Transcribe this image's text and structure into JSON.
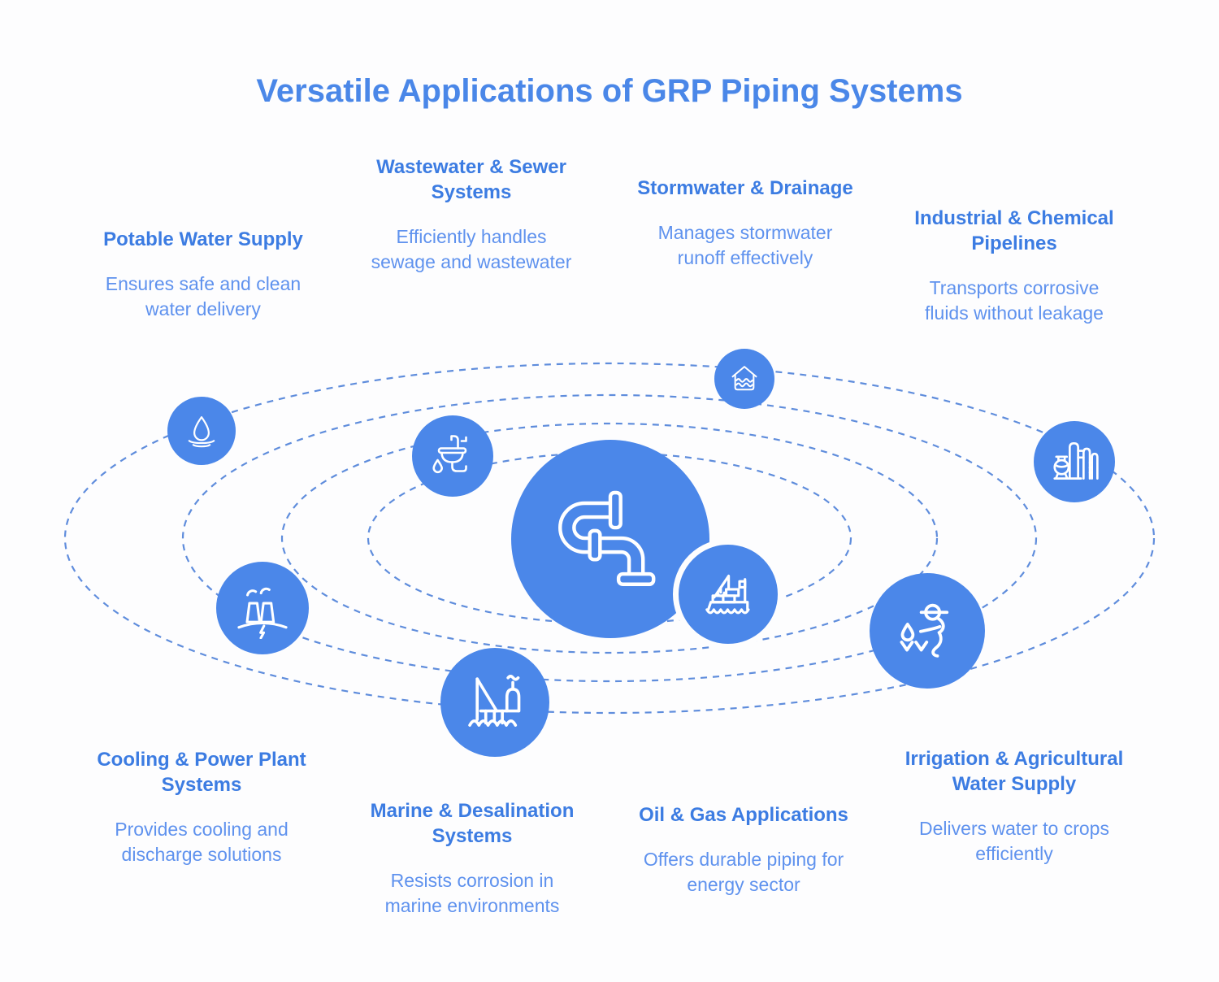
{
  "title": "Versatile Applications of GRP Piping Systems",
  "colors": {
    "accent_fill": "#4b87e9",
    "heading_text": "#3c7ce2",
    "body_text": "#5f92ee",
    "orbit_line": "#4f81d9",
    "title_text": "#4a87e8",
    "icon_stroke": "#ffffff"
  },
  "center": {
    "icon": "pipe-icon"
  },
  "applications": [
    {
      "id": "potable-water",
      "title": "Potable Water Supply",
      "description": "Ensures safe and clean\nwater delivery",
      "icon": "water-drop-icon"
    },
    {
      "id": "wastewater-sewer",
      "title": "Wastewater & Sewer\nSystems",
      "description": "Efficiently handles\nsewage and wastewater",
      "icon": "sink-drain-icon"
    },
    {
      "id": "stormwater-drainage",
      "title": "Stormwater & Drainage",
      "description": "Manages stormwater\nrunoff effectively",
      "icon": "flooded-house-icon"
    },
    {
      "id": "industrial-chemical",
      "title": "Industrial & Chemical\nPipelines",
      "description": "Transports corrosive\nfluids without leakage",
      "icon": "chemical-plant-icon"
    },
    {
      "id": "cooling-power-plant",
      "title": "Cooling & Power Plant\nSystems",
      "description": "Provides cooling and\ndischarge solutions",
      "icon": "power-plant-icon"
    },
    {
      "id": "marine-desalination",
      "title": "Marine & Desalination\nSystems",
      "description": "Resists corrosion in\nmarine environments",
      "icon": "offshore-platform-icon"
    },
    {
      "id": "oil-gas",
      "title": "Oil & Gas Applications",
      "description": "Offers durable piping for\nenergy sector",
      "icon": "oil-gas-vessel-icon"
    },
    {
      "id": "irrigation-agricultural",
      "title": "Irrigation & Agricultural\nWater Supply",
      "description": "Delivers water to crops\nefficiently",
      "icon": "irrigation-farmer-icon"
    }
  ]
}
